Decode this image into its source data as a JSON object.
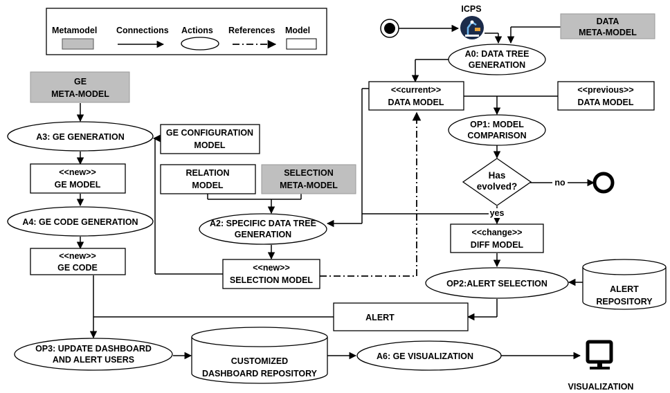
{
  "legend": {
    "metamodel": "Metamodel",
    "connections": "Connections",
    "actions": "Actions",
    "references": "References",
    "model": "Model"
  },
  "nodes": {
    "icps": "ICPS",
    "data_meta_model": [
      "DATA",
      "META-MODEL"
    ],
    "a0": [
      "A0: DATA TREE",
      "GENERATION"
    ],
    "current_data_model": [
      "<<current>>",
      "DATA MODEL"
    ],
    "previous_data_model": [
      "<<previous>>",
      "DATA MODEL"
    ],
    "op1": [
      "OP1: MODEL",
      "COMPARISON"
    ],
    "has_evolved": [
      "Has",
      "evolved?"
    ],
    "no": "no",
    "yes": "yes",
    "diff_model": [
      "<<change>>",
      "DIFF MODEL"
    ],
    "op2": "OP2:ALERT SELECTION",
    "alert_repository": [
      "ALERT",
      "REPOSITORY"
    ],
    "alert": "ALERT",
    "ge_meta_model": [
      "GE",
      "META-MODEL"
    ],
    "a3": "A3: GE GENERATION",
    "ge_configuration_model": [
      "GE CONFIGURATION",
      "MODEL"
    ],
    "relation_model": [
      "RELATION",
      "MODEL"
    ],
    "selection_meta_model": [
      "SELECTION",
      "META-MODEL"
    ],
    "ge_model": [
      "<<new>>",
      "GE MODEL"
    ],
    "a4": "A4: GE CODE GENERATION",
    "a2": [
      "A2: SPECIFIC DATA TREE",
      "GENERATION"
    ],
    "ge_code": [
      "<<new>>",
      "GE CODE"
    ],
    "selection_model": [
      "<<new>>",
      "SELECTION MODEL"
    ],
    "op3": [
      "OP3: UPDATE DASHBOARD",
      "AND ALERT USERS"
    ],
    "dashboard_repository": [
      "CUSTOMIZED",
      "DASHBOARD REPOSITORY"
    ],
    "a6": "A6: GE VISUALIZATION",
    "visualization": "VISUALIZATION"
  }
}
